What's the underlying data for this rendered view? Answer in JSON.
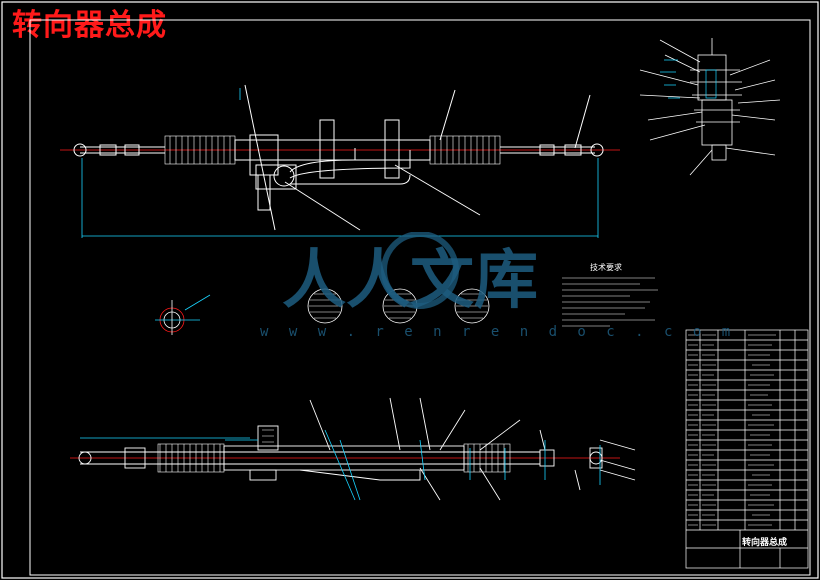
{
  "title": "转向器总成",
  "technical_requirements_heading": "技术要求",
  "title_block_name": "转向器总成",
  "watermark": {
    "logo_text": "人人文库",
    "url": "w w w . r e n r e n d o c . c o m"
  },
  "colors": {
    "background": "#000000",
    "lines": "#ffffff",
    "accent_red": "#ff1a1a",
    "dimension_cyan": "#19d4ff",
    "frame_blue": "#3a3aff",
    "watermark": "#1e5d80"
  }
}
